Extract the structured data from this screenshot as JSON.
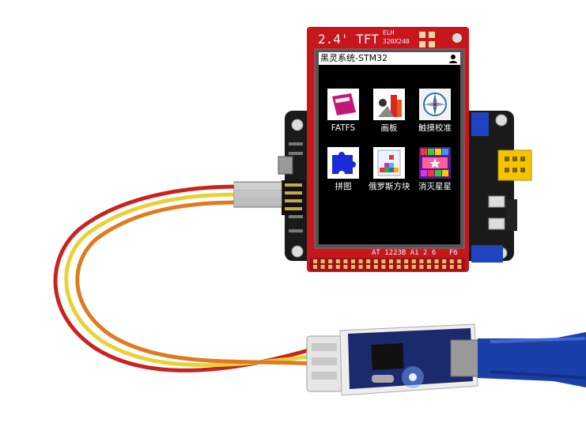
{
  "display": {
    "module_label": "2.4' TFT",
    "brand": "ELH",
    "resolution": "320X240",
    "bottom_marking": "AT 1223B A1 2 6",
    "bottom_marking_2": "F6"
  },
  "screen": {
    "title": "黑灵系统-STM32",
    "apps": [
      {
        "label": "FATFS",
        "icon": "sd-card-icon"
      },
      {
        "label": "画板",
        "icon": "paint-icon"
      },
      {
        "label": "触摸校准",
        "icon": "compass-icon"
      },
      {
        "label": "拼图",
        "icon": "puzzle-icon"
      },
      {
        "label": "俄罗斯方块",
        "icon": "tetris-icon"
      },
      {
        "label": "消灭星星",
        "icon": "star-game-icon"
      }
    ]
  },
  "colors": {
    "pcb_red": "#c8161d",
    "board_black": "#1a1a1a",
    "usb_blue": "#1a3fa8",
    "header_yellow": "#f5c400",
    "wire_red": "#c8231e",
    "wire_yellow": "#e8d23a",
    "wire_orange": "#e07a20"
  }
}
